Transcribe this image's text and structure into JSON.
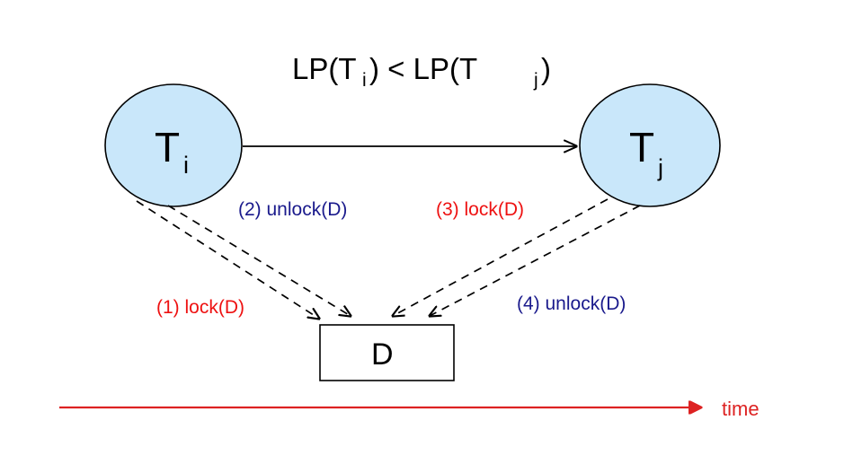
{
  "diagram": {
    "title": {
      "prefix": "LP(T",
      "sub_i": "i",
      "mid": ") < LP(T",
      "sub_j": "j",
      "suffix": ")",
      "full_text": "LP(Ti) < LP(Tj)"
    },
    "nodes": [
      {
        "id": "node-ti",
        "base": "T",
        "subscript": "i",
        "shape": "ellipse",
        "fill": "#c9e7fa",
        "stroke": "#000000"
      },
      {
        "id": "node-tj",
        "base": "T",
        "subscript": "j",
        "shape": "ellipse",
        "fill": "#c9e7fa",
        "stroke": "#000000"
      }
    ],
    "resource_box": {
      "label": "D",
      "fill": "#ffffff",
      "stroke": "#000000"
    },
    "edges": [
      {
        "id": "edge-ti-tj",
        "style": "solid",
        "from": "node-ti",
        "to": "node-tj",
        "color": "#000000"
      },
      {
        "id": "edge-op-1",
        "style": "dashed",
        "from": "node-ti",
        "to": "resource-box",
        "color": "#000000"
      },
      {
        "id": "edge-op-2",
        "style": "dashed",
        "from": "node-ti",
        "to": "resource-box",
        "color": "#000000"
      },
      {
        "id": "edge-op-3",
        "style": "dashed",
        "from": "node-tj",
        "to": "resource-box",
        "color": "#000000"
      },
      {
        "id": "edge-op-4",
        "style": "dashed",
        "from": "node-tj",
        "to": "resource-box",
        "color": "#000000"
      }
    ],
    "operation_labels": [
      {
        "id": "op-1",
        "text": "(1) lock(D)",
        "color": "#ee1111"
      },
      {
        "id": "op-2",
        "text": "(2) unlock(D)",
        "color": "#1a1a8c"
      },
      {
        "id": "op-3",
        "text": "(3) lock(D)",
        "color": "#ee1111"
      },
      {
        "id": "op-4",
        "text": "(4) unlock(D)",
        "color": "#1a1a8c"
      }
    ],
    "time_axis": {
      "label": "time",
      "color": "#dd2222",
      "direction": "left-to-right"
    }
  }
}
